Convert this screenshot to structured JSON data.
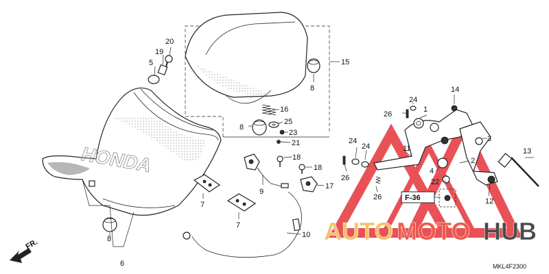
{
  "diagram": {
    "code": "MKL4F2300",
    "front_label": "FR.",
    "ref_label": "F-36",
    "seat_brand": "HONDA",
    "callouts": [
      {
        "id": "c1",
        "text": "1"
      },
      {
        "id": "c2",
        "text": "2"
      },
      {
        "id": "c3",
        "text": "3"
      },
      {
        "id": "c4",
        "text": "4"
      },
      {
        "id": "c5",
        "text": "5"
      },
      {
        "id": "c6",
        "text": "6"
      },
      {
        "id": "c7a",
        "text": "7"
      },
      {
        "id": "c7b",
        "text": "7"
      },
      {
        "id": "c8a",
        "text": "8"
      },
      {
        "id": "c8b",
        "text": "8"
      },
      {
        "id": "c8c",
        "text": "8"
      },
      {
        "id": "c9",
        "text": "9"
      },
      {
        "id": "c10",
        "text": "10"
      },
      {
        "id": "c11",
        "text": "11"
      },
      {
        "id": "c12",
        "text": "12"
      },
      {
        "id": "c13",
        "text": "13"
      },
      {
        "id": "c14",
        "text": "14"
      },
      {
        "id": "c15",
        "text": "15"
      },
      {
        "id": "c16",
        "text": "16"
      },
      {
        "id": "c17",
        "text": "17"
      },
      {
        "id": "c18a",
        "text": "18"
      },
      {
        "id": "c18b",
        "text": "18"
      },
      {
        "id": "c19",
        "text": "19"
      },
      {
        "id": "c20",
        "text": "20"
      },
      {
        "id": "c21",
        "text": "21"
      },
      {
        "id": "c22",
        "text": "22"
      },
      {
        "id": "c23",
        "text": "23"
      },
      {
        "id": "c24a",
        "text": "24"
      },
      {
        "id": "c24b",
        "text": "24"
      },
      {
        "id": "c24c",
        "text": "24"
      },
      {
        "id": "c25",
        "text": "25"
      },
      {
        "id": "c26a",
        "text": "26"
      },
      {
        "id": "c26b",
        "text": "26"
      },
      {
        "id": "c26c",
        "text": "26"
      }
    ]
  },
  "watermark": {
    "part1": "AUTO",
    "part2": "MOTO",
    "part3": "HUB",
    "colors": {
      "auto": "#f4c16a",
      "moto": "#ee5a4c",
      "hub": "#4a4a4a",
      "triangle": "#e5343a"
    }
  }
}
